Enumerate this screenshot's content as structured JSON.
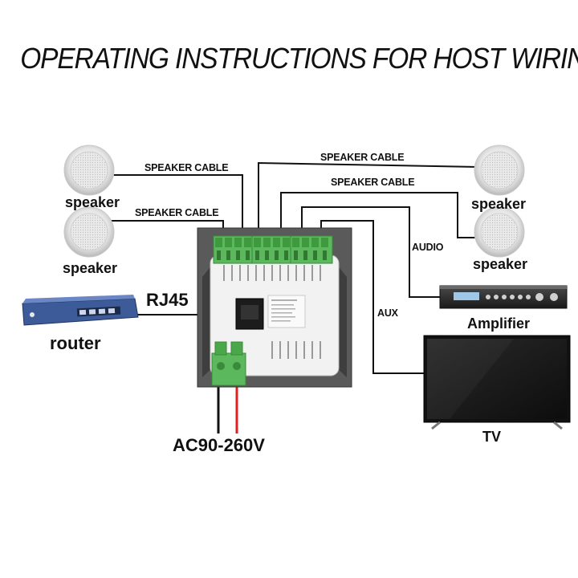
{
  "title": "OPERATING INSTRUCTIONS FOR HOST WIRING",
  "labels": {
    "speaker_cable_1": "SPEAKER CABLE",
    "speaker_cable_2": "SPEAKER CABLE",
    "speaker_cable_3": "SPEAKER CABLE",
    "speaker_cable_4": "SPEAKER CABLE",
    "speaker_tl": "speaker",
    "speaker_bl": "speaker",
    "speaker_tr": "speaker",
    "speaker_br": "speaker",
    "audio": "AUDIO",
    "aux": "AUX",
    "rj45": "RJ45",
    "router": "router",
    "amplifier": "Amplifier",
    "tv": "TV",
    "power": "AC90-260V"
  },
  "colors": {
    "terminal_green": "#5cb85c",
    "panel_gray": "#5a5a5a",
    "wire_black": "#111111",
    "wire_red": "#e02020",
    "router_blue": "#3d5a99"
  },
  "icons": {
    "speaker": "ceiling-speaker-icon",
    "router": "router-icon",
    "amplifier": "amplifier-icon",
    "tv": "tv-icon",
    "host": "wall-host-panel"
  }
}
